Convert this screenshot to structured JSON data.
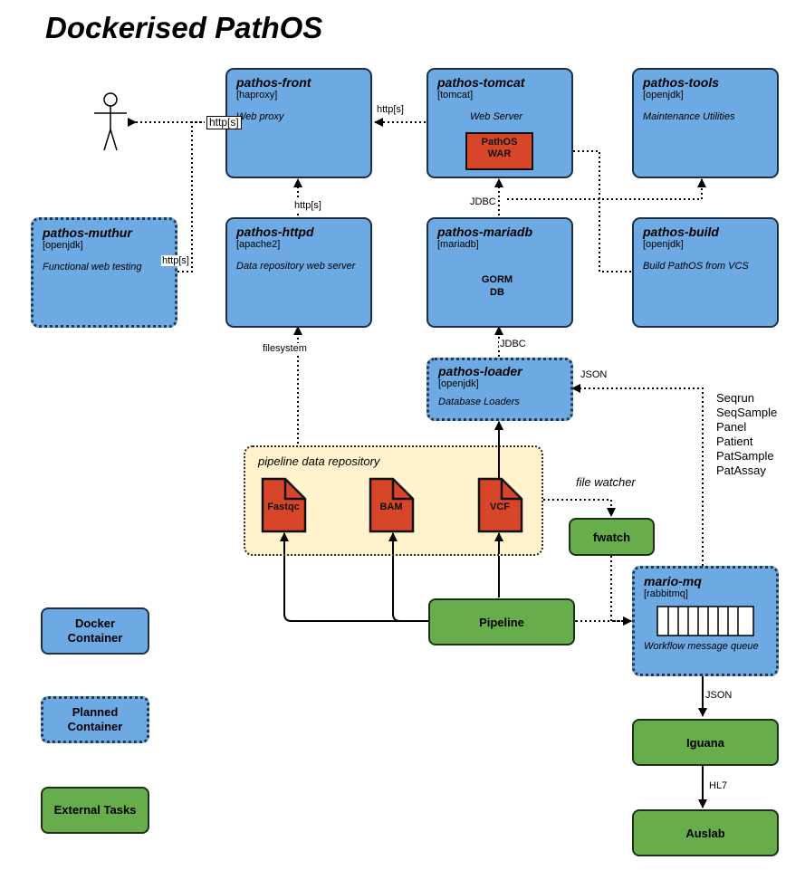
{
  "title": "Dockerised PathOS",
  "containers": {
    "front": {
      "name": "pathos-front",
      "tech": "[haproxy]",
      "desc": "Web proxy"
    },
    "tomcat": {
      "name": "pathos-tomcat",
      "tech": "[tomcat]",
      "desc": "Web Server"
    },
    "tools": {
      "name": "pathos-tools",
      "tech": "[openjdk]",
      "desc": "Maintenance Utilities"
    },
    "muthur": {
      "name": "pathos-muthur",
      "tech": "[openjdk]",
      "desc": "Functional web testing"
    },
    "httpd": {
      "name": "pathos-httpd",
      "tech": "[apache2]",
      "desc": "Data repository web server"
    },
    "mariadb": {
      "name": "pathos-mariadb",
      "tech": "[mariadb]",
      "desc": ""
    },
    "build": {
      "name": "pathos-build",
      "tech": "[openjdk]",
      "desc": "Build PathOS from VCS"
    },
    "loader": {
      "name": "pathos-loader",
      "tech": "[openjdk]",
      "desc": "Database Loaders"
    },
    "mq": {
      "name": "mario-mq",
      "tech": "[rabbitmq]",
      "desc": "Workflow message queue"
    }
  },
  "war_label": [
    "PathOS",
    "WAR"
  ],
  "db_label": [
    "GORM",
    "DB"
  ],
  "repo_label": "pipeline data repository",
  "files": [
    "Fastqc",
    "BAM",
    "VCF"
  ],
  "tasks": {
    "fwatch": "fwatch",
    "pipeline": "Pipeline",
    "iguana": "Iguana",
    "auslab": "Auslab"
  },
  "edge_labels": {
    "http_front": "http[s]",
    "http_tomcat": "http[s]",
    "http_httpd": "http[s]",
    "http_muthur": "http[s]",
    "jdbc_tomcat": "JDBC",
    "jdbc_loader": "JDBC",
    "filesystem": "filesystem",
    "json_loader": "JSON",
    "file_watcher": "file watcher",
    "json_mq": "JSON",
    "hl7": "HL7"
  },
  "messages": [
    "Seqrun",
    "SeqSample",
    "Panel",
    "Patient",
    "PatSample",
    "PatAssay"
  ],
  "legend": {
    "docker": [
      "Docker",
      "Container"
    ],
    "planned": [
      "Planned",
      "Container"
    ],
    "external": [
      "External Tasks"
    ]
  },
  "colors": {
    "container": "#6da9e2",
    "external_task": "#67ad4c",
    "artifact": "#d8462a",
    "repository": "#fff2cc"
  }
}
